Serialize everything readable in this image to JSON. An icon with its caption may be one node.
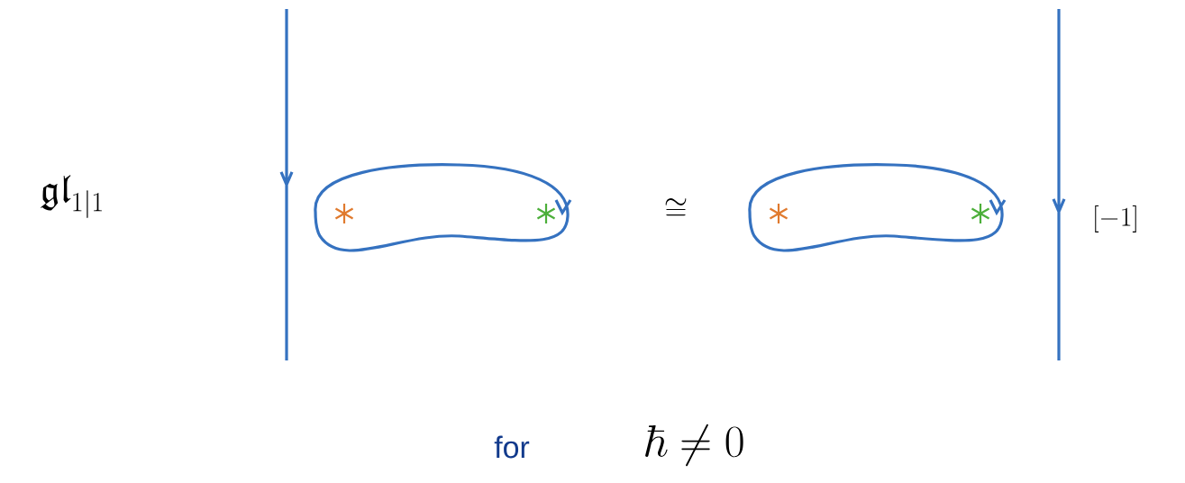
{
  "diagram": {
    "labels": [
      "\\mathfrak{gl}_{1|1}",
      "\\cong",
      "[-1]",
      "for",
      "\\hbar \\neq 0"
    ]
  }
}
